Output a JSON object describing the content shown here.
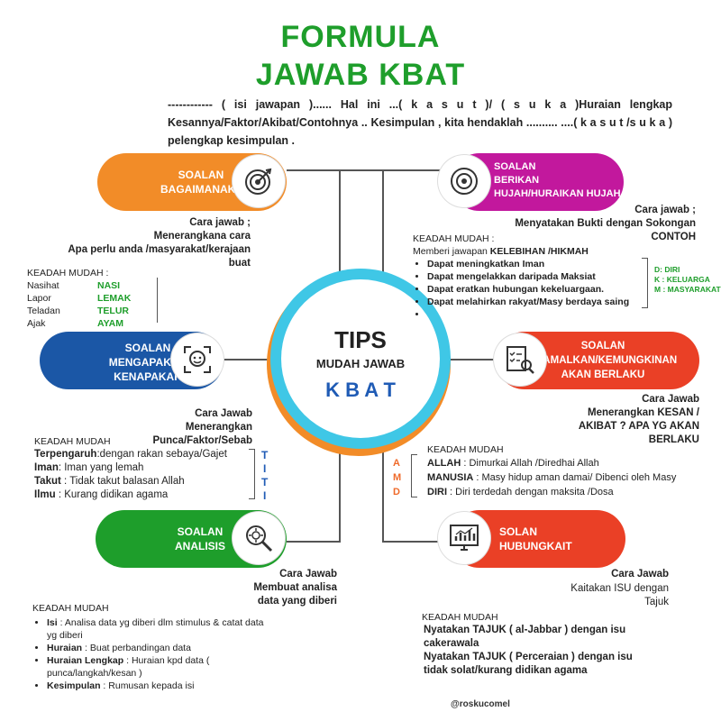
{
  "title": {
    "line1": "FORMULA",
    "line2": "JAWAB KBAT"
  },
  "intro": "------------ ( isi jawapan )...... Hal ini ...( k a s u t )/ ( s u k a )Huraian lengkap Kesannya/Faktor/Akibat/Contohnya .. Kesimpulan , kita hendaklah .......... ....( k a s u t /s u k a ) pelengkap kesimpulan .",
  "center": {
    "tips": "TIPS",
    "mudah": "MUDAH JAWAB",
    "kbat": "K B A T"
  },
  "colors": {
    "orange": "#f28c28",
    "magenta": "#c2189d",
    "blue": "#1b57a6",
    "red": "#ea4026",
    "green": "#1e9e2b",
    "cyan": "#3fc7e6"
  },
  "bagaimana": {
    "pill": "SOALAN\nBAGAIMANAKAH-",
    "cara": "Cara  jawab ;\nMenerangkana cara\nApa perlu anda /masyarakat/kerajaan\nbuat",
    "kh_title": "KEADAH MUDAH :",
    "kh_rows": [
      {
        "word": "Nasihat",
        "key": "NASI"
      },
      {
        "word": "Lapor",
        "key": "LEMAK"
      },
      {
        "word": "Teladan",
        "key": "TELUR"
      },
      {
        "word": "Ajak",
        "key": "AYAM"
      }
    ]
  },
  "berikan": {
    "pill": "SOALAN\nBERIKAN\nHUJAH/HURAIKAN HUJAH",
    "cara": "Cara  jawab ;\nMenyatakan Bukti dengan Sokongan\nCONTOH",
    "kh_title": "KEADAH MUDAH :",
    "kh_sub_pre": "Memberi jawapan ",
    "kh_sub_bold": "KELEBIHAN /HIKMAH",
    "bullets": [
      "Dapat meningkatkan Iman",
      "Dapat mengelakkan daripada Maksiat",
      "Dapat eratkan hubungan kekeluargaan.",
      "Dapat melahirkan rakyat/Masy berdaya saing",
      ""
    ],
    "dkm": [
      "D: DIRI",
      "K : KELUARGA",
      "M : MASYARAKAT"
    ]
  },
  "mengapa": {
    "pill": "SOALAN\nMENGAPAKAH\nKENAPAKAH",
    "cara": "Cara Jawab\nMenerangkan\nPunca/Faktor/Sebab",
    "kh_title": "KEADAH MUDAH",
    "rows": [
      {
        "b": "Terpengaruh",
        "t": ":dengan rakan sebaya/Gajet"
      },
      {
        "b": "Iman",
        "t": ": Iman yang lemah"
      },
      {
        "b": "Takut",
        "t": " : Tidak takut balasan Allah"
      },
      {
        "b": "Ilmu",
        "t": " : Kurang didikan agama"
      }
    ],
    "titi": [
      "T",
      "I",
      "T",
      "I"
    ]
  },
  "ramalkan": {
    "pill": "SOALAN\nRAMALKAN/KEMUNGKINAN\nAKAN BERLAKU",
    "cara": "Cara Jawab\nMenerangkan KESAN /\nAKIBAT ? APA YG AKAN\nBERLAKU",
    "kh_title": "KEADAH MUDAH",
    "rows": [
      {
        "b": "ALLAH",
        "t": " : Dimurkai  Allah /Diredhai Allah"
      },
      {
        "b": "MANUSIA",
        "t": " : Masy hidup aman damai/ Dibenci oleh Masy"
      },
      {
        "b": "DIRI",
        "t": " : Diri terdedah dengan maksita /Dosa"
      }
    ],
    "amd": [
      "A",
      "M",
      "D"
    ]
  },
  "analisis": {
    "pill": "SOALAN\nANALISIS",
    "cara": "Cara Jawab\nMembuat analisa\ndata yang diberi",
    "kh_title": "KEADAH MUDAH",
    "bullets": [
      {
        "b": "Isi",
        "t": " : Analisa data yg diberi dlm stimulus & catat data yg diberi"
      },
      {
        "b": "Huraian",
        "t": " : Buat perbandingan data"
      },
      {
        "b": "Huraian Lengkap",
        "t": " : Huraian kpd data (  punca/langkah/kesan )"
      },
      {
        "b": "Kesimpulan",
        "t": " : Rumusan kepada isi"
      }
    ]
  },
  "hubungkait": {
    "pill": "SOLAN\nHUBUNGKAIT",
    "cara_b": "Cara Jawab",
    "cara": "Kaitakan ISU dengan\nTajuk",
    "kh_title": "KEADAH MUDAH",
    "lines": [
      "Nyatakan TAJUK ( al-Jabbar ) dengan isu cakerawala",
      "Nyatakan TAJUK ( Perceraian ) dengan isu tidak solat/kurang didikan agama"
    ]
  },
  "credit": "@roskucomel"
}
